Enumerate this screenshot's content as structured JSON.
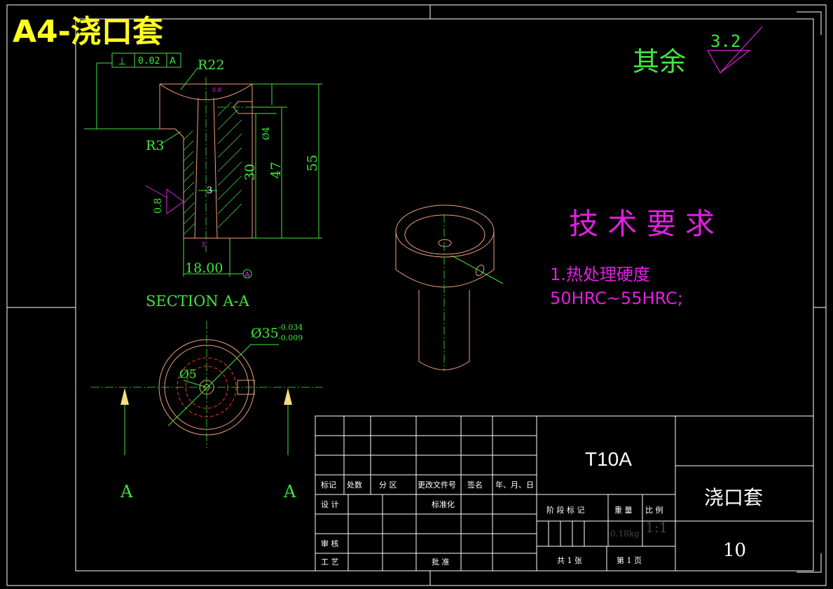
{
  "sheet_title": "A4-浇口套",
  "roughness_other": {
    "label": "其余",
    "value": "3.2"
  },
  "tech_req": {
    "title": "技 术 要 求",
    "line1": "1.热处理硬度",
    "line2": "50HRC~55HRC;"
  },
  "section": {
    "label": "SECTION A-A",
    "tolerance_box": [
      "⊥",
      "0.02",
      "A"
    ],
    "dims": {
      "r22": "R22",
      "r3": "R3",
      "d4": "Ø4",
      "h30": "30",
      "h47": "47",
      "h55": "55",
      "w3": "3",
      "w18": "18.00",
      "rough08": "0.8",
      "datum": "A",
      "small1": "0.8",
      "small2": "3"
    }
  },
  "top_view": {
    "d35": "Ø35",
    "d35_upper": "-0.034",
    "d35_lower": "-0.009",
    "d5": "Ø5",
    "arrow_left": "A",
    "arrow_right": "A"
  },
  "title_block": {
    "material": "T10A",
    "part_name": "浇口套",
    "drawing_no": "10",
    "weight": "0.18kg",
    "scale": "1:1",
    "header_row": [
      "标记",
      "处数",
      "分 区",
      "更改文件号",
      "签名",
      "年、月、日"
    ],
    "design": "设 计",
    "standard": "标准化",
    "review": "审 核",
    "process": "工 艺",
    "approve": "批 准",
    "stage_labels": [
      "阶 段 标 记",
      "重 量",
      "比 例"
    ],
    "sheets": "共 1 张",
    "sheet_no": "第 1 页"
  }
}
